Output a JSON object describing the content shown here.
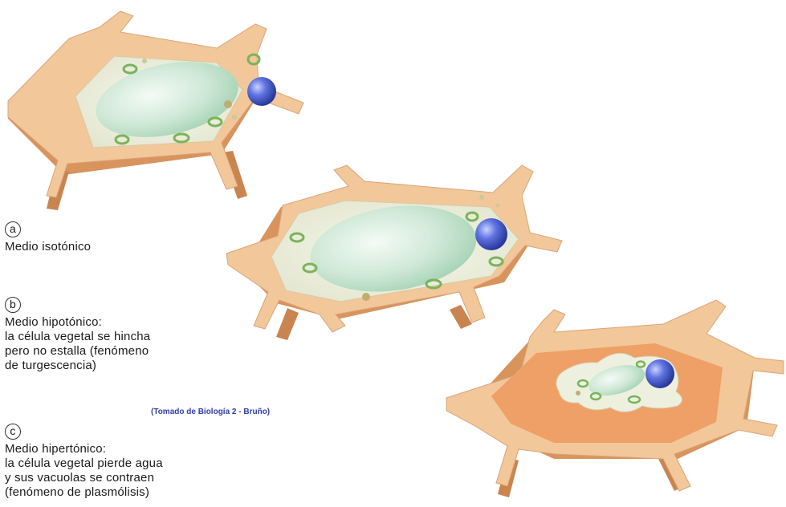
{
  "cells": [
    {
      "id": "a",
      "letter": "a",
      "lines": [
        "Medio isotónico"
      ]
    },
    {
      "id": "b",
      "letter": "b",
      "lines": [
        "Medio hipotónico:",
        "la célula vegetal se hincha",
        "pero no estalla (fenómeno",
        "de turgescencia)"
      ]
    },
    {
      "id": "c",
      "letter": "c",
      "lines": [
        "Medio hipertónico:",
        "la célula vegetal pierde agua",
        "y sus vacuolas se contraen",
        "(fenómeno de plasmólisis)"
      ]
    }
  ],
  "source": "(Tomado de Biología 2 - Bruño)",
  "colors": {
    "cell_wall_top": "#f2c79a",
    "cell_wall_side": "#d9935d",
    "cytoplasm": "#eef0df",
    "vacuole": "#b9dcc4",
    "nucleus": "#4a5fd0",
    "chloroplast": "#8cc06a",
    "plasmolysed_space": "#eea066",
    "source_text": "#2f3fa8"
  }
}
